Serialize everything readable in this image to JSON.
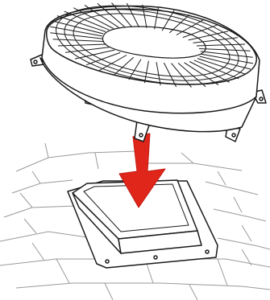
{
  "diagram": {
    "colors": {
      "line": "#1a1a1a",
      "shingle_line": "#9a9a9a",
      "fill": "#ffffff",
      "arrow": "#e0261b"
    },
    "objects": {
      "roof_vent_cover": "circular-louvered-roof-vent-cover",
      "down_arrow": "red-downward-arrow",
      "base_vent": "square-roof-vent-base",
      "roof_shingles": "roof-shingle-grid"
    }
  }
}
